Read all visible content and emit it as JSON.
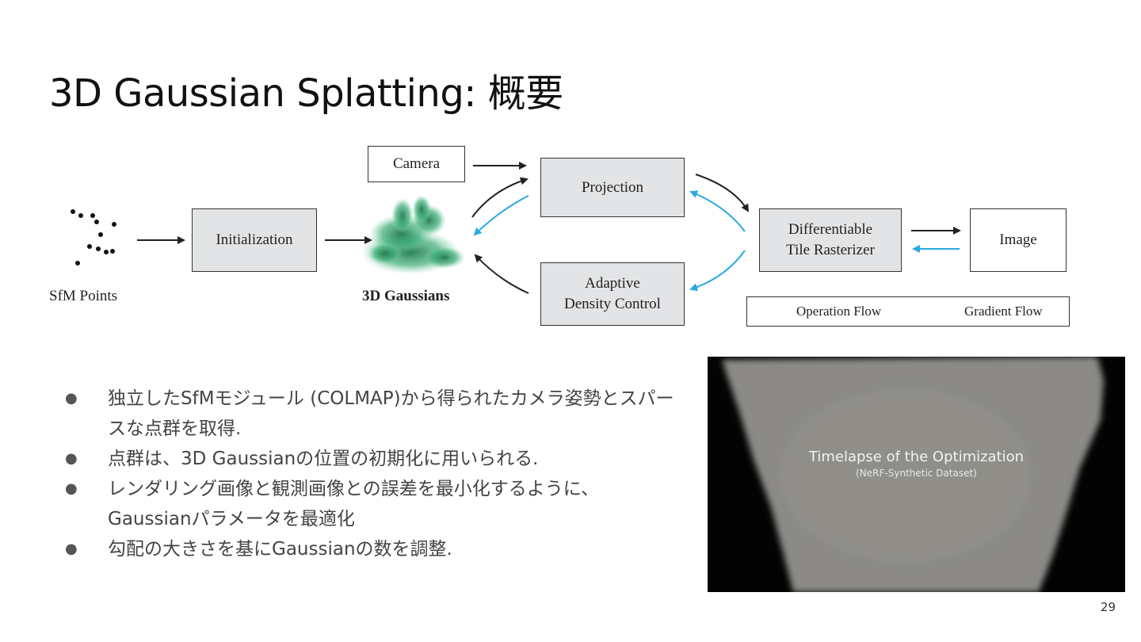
{
  "slide": {
    "title": "3D Gaussian Splatting: 概要",
    "page_number": "29"
  },
  "diagram": {
    "sfm_points_label": "SfM Points",
    "initialization": "Initialization",
    "gaussians_label": "3D Gaussians",
    "camera": "Camera",
    "projection": "Projection",
    "adaptive_line1": "Adaptive",
    "adaptive_line2": "Density Control",
    "rasterizer_line1": "Differentiable",
    "rasterizer_line2": "Tile Rasterizer",
    "image": "Image",
    "legend": {
      "operation_flow": "Operation Flow",
      "gradient_flow": "Gradient Flow"
    },
    "colors": {
      "operation": "#222222",
      "gradient": "#29a9e0",
      "gaussian_green": "#2f9a6a"
    }
  },
  "bullets": [
    "独立したSfMモジュール (COLMAP)から得られたカメラ姿勢とスパースな点群を取得.",
    "点群は、3D Gaussianの位置の初期化に用いられる.",
    "レンダリング画像と観測画像との誤差を最小化するように、Gaussianパラメータを最適化",
    "勾配の大きさを基にGaussianの数を調整."
  ],
  "video": {
    "title": "Timelapse of the Optimization",
    "subtitle": "(NeRF-Synthetic Dataset)"
  }
}
